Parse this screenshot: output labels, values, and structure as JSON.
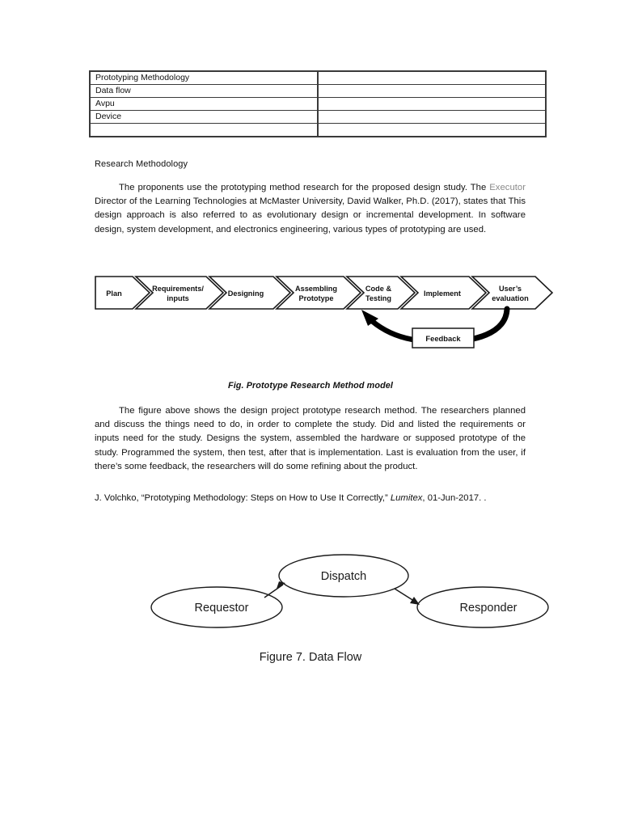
{
  "document": {
    "table": {
      "rows": [
        {
          "label": "Prototyping Methodology",
          "value": ""
        },
        {
          "label": "Data flow",
          "value": ""
        },
        {
          "label": "Avpu",
          "value": ""
        },
        {
          "label": "Device",
          "value": ""
        },
        {
          "label": "",
          "value": ""
        }
      ]
    },
    "section_heading": "Research Methodology",
    "paragraph_1": {
      "part_1": "The proponents use the prototyping method research for the proposed design study. The ",
      "highlight": "Executor",
      "part_2": " Director of the Learning Technologies at McMaster University, David Walker, Ph.D. (2017), states that This design approach is also referred to as evolutionary design or incremental development. In software design, system development, and electronics engineering, various types of prototyping are used."
    },
    "figure_1": {
      "caption": "Fig. Prototype Research Method model",
      "stages": [
        "Plan",
        "Requirements/ inputs",
        "Designing",
        "Assembling Prototype",
        "Code & Testing",
        "Implement",
        "User’s evaluation"
      ],
      "stage_lines": [
        [
          "Plan"
        ],
        [
          "Requirements/",
          "inputs"
        ],
        [
          "Designing"
        ],
        [
          "Assembling",
          "Prototype"
        ],
        [
          "Code &",
          "Testing"
        ],
        [
          "Implement"
        ],
        [
          "User’s",
          "evaluation"
        ]
      ],
      "feedback_label": "Feedback",
      "feedback_from": "User’s evaluation",
      "feedback_to": "Code & Testing"
    },
    "paragraph_2": "The figure above shows the design project prototype research method. The researchers planned and discuss the things need to do, in order to complete the study. Did and listed the requirements or inputs need for the study. Designs the system, assembled the hardware or supposed prototype of the study. Programmed the system, then test, after that is implementation. Last is evaluation from the user, if there’s some feedback, the researchers will do some refining about the product.",
    "citation": {
      "before": "J. Volchko, “Prototyping Methodology: Steps on How to Use It Correctly,” ",
      "italic": "Lumitex",
      "after": ", 01-Jun-2017. ."
    },
    "figure_2": {
      "caption": "Figure 7. Data Flow",
      "nodes": [
        {
          "label": "Requestor"
        },
        {
          "label": "Dispatch"
        },
        {
          "label": "Responder"
        }
      ],
      "edges": [
        {
          "from": "Requestor",
          "to": "Dispatch"
        },
        {
          "from": "Dispatch",
          "to": "Responder"
        }
      ]
    }
  },
  "colors": {
    "text": "#111111",
    "highlight_gray": "#8a8a8a",
    "stroke": "#1a1a1a",
    "table_border": "#3a3a3a",
    "page_bg": "#ffffff"
  }
}
